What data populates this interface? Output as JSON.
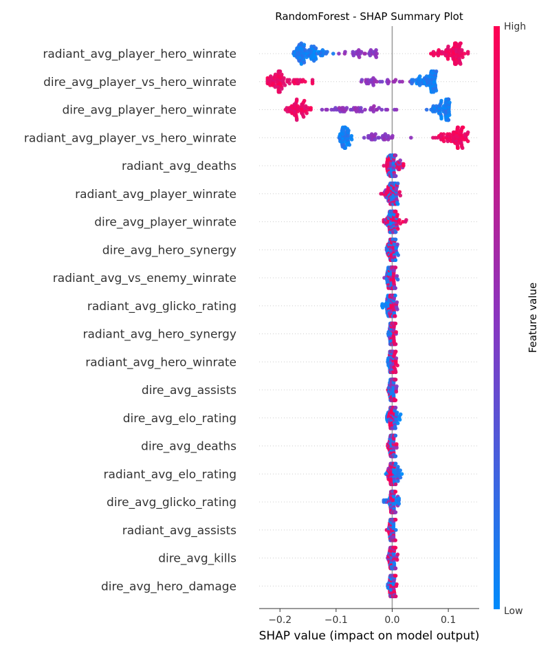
{
  "chart_data": {
    "type": "scatter",
    "subtype": "shap-beeswarm",
    "title": "RandomForest - SHAP Summary Plot",
    "xlabel": "SHAP value (impact on model output)",
    "xlim": [
      -0.237,
      0.155
    ],
    "xticks": [
      {
        "value": -0.2,
        "label": "−0.2"
      },
      {
        "value": -0.1,
        "label": "−0.1"
      },
      {
        "value": 0.0,
        "label": "0.0"
      },
      {
        "value": 0.1,
        "label": "0.1"
      }
    ],
    "colorbar": {
      "label": "Feature value",
      "high_label": "High",
      "low_label": "Low",
      "high_color": "#ff0052",
      "mid_color": "#8a35c0",
      "low_color": "#008bfb"
    },
    "colors": {
      "zero_line": "#999999",
      "row_guides": "#cccccc",
      "label_text": "#333333"
    },
    "features": [
      {
        "name": "radiant_avg_player_hero_winrate",
        "low": {
          "center": -0.155,
          "min": -0.178,
          "max": -0.105,
          "count": 90
        },
        "mid": {
          "center": -0.045,
          "min": -0.095,
          "max": -0.018,
          "count": 30
        },
        "high": {
          "center": 0.11,
          "min": 0.058,
          "max": 0.135,
          "count": 90
        }
      },
      {
        "name": "dire_avg_player_vs_hero_winrate",
        "low": {
          "center": 0.068,
          "min": 0.035,
          "max": 0.082,
          "count": 75
        },
        "mid": {
          "center": -0.03,
          "min": -0.055,
          "max": 0.045,
          "count": 30
        },
        "high": {
          "center": -0.2,
          "min": -0.222,
          "max": -0.142,
          "count": 85
        }
      },
      {
        "name": "dire_avg_player_hero_winrate",
        "low": {
          "center": 0.095,
          "min": 0.06,
          "max": 0.105,
          "count": 75
        },
        "mid": {
          "center": -0.06,
          "min": -0.125,
          "max": 0.02,
          "count": 45
        },
        "high": {
          "center": -0.17,
          "min": -0.19,
          "max": -0.145,
          "count": 60
        }
      },
      {
        "name": "radiant_avg_player_vs_hero_winrate",
        "low": {
          "center": -0.085,
          "min": -0.1,
          "max": -0.072,
          "count": 60
        },
        "mid": {
          "center": -0.03,
          "min": -0.05,
          "max": 0.035,
          "count": 30
        },
        "high": {
          "center": 0.115,
          "min": 0.07,
          "max": 0.135,
          "count": 85
        }
      },
      {
        "name": "radiant_avg_deaths",
        "low": {
          "center": 0.0,
          "min": -0.008,
          "max": 0.008,
          "count": 40
        },
        "mid": {
          "center": 0.005,
          "min": -0.01,
          "max": 0.025,
          "count": 20
        },
        "high": {
          "center": -0.002,
          "min": -0.015,
          "max": 0.02,
          "count": 40
        }
      },
      {
        "name": "radiant_avg_player_winrate",
        "low": {
          "center": 0.0,
          "min": -0.008,
          "max": 0.01,
          "count": 40
        },
        "mid": {
          "center": 0.0,
          "min": -0.015,
          "max": 0.012,
          "count": 20
        },
        "high": {
          "center": -0.002,
          "min": -0.02,
          "max": 0.015,
          "count": 40
        }
      },
      {
        "name": "dire_avg_player_winrate",
        "low": {
          "center": 0.0,
          "min": -0.008,
          "max": 0.008,
          "count": 40
        },
        "mid": {
          "center": 0.0,
          "min": -0.012,
          "max": 0.012,
          "count": 20
        },
        "high": {
          "center": 0.002,
          "min": -0.015,
          "max": 0.025,
          "count": 40
        }
      },
      {
        "name": "dire_avg_hero_synergy",
        "low": {
          "center": 0.0,
          "min": -0.015,
          "max": 0.012,
          "count": 40
        },
        "mid": {
          "center": 0.0,
          "min": -0.01,
          "max": 0.01,
          "count": 20
        },
        "high": {
          "center": 0.0,
          "min": -0.008,
          "max": 0.008,
          "count": 40
        }
      },
      {
        "name": "radiant_avg_vs_enemy_winrate",
        "low": {
          "center": 0.0,
          "min": -0.01,
          "max": 0.01,
          "count": 40
        },
        "mid": {
          "center": 0.0,
          "min": -0.015,
          "max": 0.01,
          "count": 20
        },
        "high": {
          "center": 0.0,
          "min": -0.008,
          "max": 0.008,
          "count": 40
        }
      },
      {
        "name": "radiant_avg_glicko_rating",
        "low": {
          "center": -0.005,
          "min": -0.02,
          "max": 0.01,
          "count": 40
        },
        "mid": {
          "center": 0.0,
          "min": -0.01,
          "max": 0.012,
          "count": 20
        },
        "high": {
          "center": 0.0,
          "min": -0.006,
          "max": 0.008,
          "count": 40
        }
      },
      {
        "name": "radiant_avg_hero_synergy",
        "low": {
          "center": -0.002,
          "min": -0.008,
          "max": 0.004,
          "count": 40
        },
        "mid": {
          "center": 0.0,
          "min": -0.006,
          "max": 0.008,
          "count": 20
        },
        "high": {
          "center": 0.002,
          "min": -0.005,
          "max": 0.01,
          "count": 40
        }
      },
      {
        "name": "radiant_avg_hero_winrate",
        "low": {
          "center": -0.002,
          "min": -0.008,
          "max": 0.004,
          "count": 40
        },
        "mid": {
          "center": 0.0,
          "min": -0.006,
          "max": 0.008,
          "count": 20
        },
        "high": {
          "center": 0.002,
          "min": -0.005,
          "max": 0.012,
          "count": 40
        }
      },
      {
        "name": "dire_avg_assists",
        "low": {
          "center": 0.0,
          "min": -0.006,
          "max": 0.006,
          "count": 40
        },
        "mid": {
          "center": 0.0,
          "min": -0.006,
          "max": 0.008,
          "count": 20
        },
        "high": {
          "center": 0.0,
          "min": -0.008,
          "max": 0.008,
          "count": 40
        }
      },
      {
        "name": "dire_avg_elo_rating",
        "low": {
          "center": 0.002,
          "min": -0.01,
          "max": 0.015,
          "count": 40
        },
        "mid": {
          "center": 0.0,
          "min": -0.008,
          "max": 0.008,
          "count": 20
        },
        "high": {
          "center": 0.0,
          "min": -0.006,
          "max": 0.006,
          "count": 40
        }
      },
      {
        "name": "dire_avg_deaths",
        "low": {
          "center": 0.0,
          "min": -0.006,
          "max": 0.006,
          "count": 40
        },
        "mid": {
          "center": 0.0,
          "min": -0.006,
          "max": 0.008,
          "count": 20
        },
        "high": {
          "center": 0.0,
          "min": -0.008,
          "max": 0.01,
          "count": 40
        }
      },
      {
        "name": "radiant_avg_elo_rating",
        "low": {
          "center": 0.003,
          "min": -0.012,
          "max": 0.022,
          "count": 40
        },
        "mid": {
          "center": 0.0,
          "min": -0.01,
          "max": 0.01,
          "count": 20
        },
        "high": {
          "center": 0.0,
          "min": -0.008,
          "max": 0.008,
          "count": 40
        }
      },
      {
        "name": "dire_avg_glicko_rating",
        "low": {
          "center": 0.0,
          "min": -0.015,
          "max": 0.012,
          "count": 40
        },
        "mid": {
          "center": 0.0,
          "min": -0.01,
          "max": 0.01,
          "count": 20
        },
        "high": {
          "center": 0.0,
          "min": -0.006,
          "max": 0.006,
          "count": 40
        }
      },
      {
        "name": "radiant_avg_assists",
        "low": {
          "center": 0.0,
          "min": -0.006,
          "max": 0.008,
          "count": 40
        },
        "mid": {
          "center": 0.0,
          "min": -0.008,
          "max": 0.008,
          "count": 20
        },
        "high": {
          "center": 0.0,
          "min": -0.01,
          "max": 0.008,
          "count": 40
        }
      },
      {
        "name": "dire_avg_kills",
        "low": {
          "center": 0.0,
          "min": -0.006,
          "max": 0.006,
          "count": 40
        },
        "mid": {
          "center": 0.0,
          "min": -0.008,
          "max": 0.008,
          "count": 20
        },
        "high": {
          "center": 0.0,
          "min": -0.008,
          "max": 0.01,
          "count": 40
        }
      },
      {
        "name": "dire_avg_hero_damage",
        "low": {
          "center": 0.0,
          "min": -0.008,
          "max": 0.006,
          "count": 40
        },
        "mid": {
          "center": 0.0,
          "min": -0.006,
          "max": 0.006,
          "count": 20
        },
        "high": {
          "center": 0.0,
          "min": -0.006,
          "max": 0.008,
          "count": 40
        }
      }
    ]
  }
}
